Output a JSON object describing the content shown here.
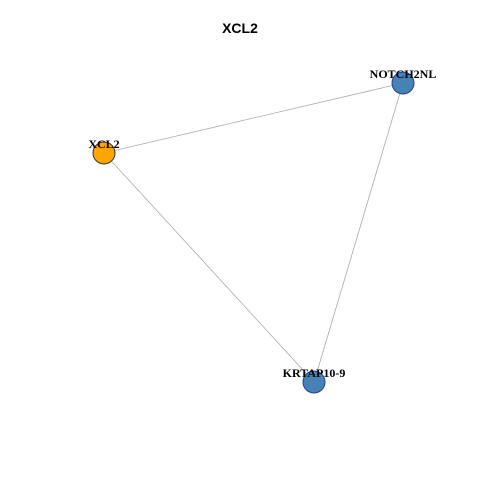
{
  "title": "XCL2",
  "colors": {
    "query_node": "#FFA500",
    "partner_node": "#4682B4",
    "edge": "#AAAAAA",
    "node_border": "#1F3F99"
  },
  "nodes": [
    {
      "id": "XCL2",
      "label": "XCL2",
      "role": "query"
    },
    {
      "id": "NOTCH2NL",
      "label": "NOTCH2NL",
      "role": "partner"
    },
    {
      "id": "KRTAP10-9",
      "label": "KRTAP10-9",
      "role": "partner"
    }
  ],
  "edges": [
    {
      "source": "XCL2",
      "target": "NOTCH2NL"
    },
    {
      "source": "XCL2",
      "target": "KRTAP10-9"
    },
    {
      "source": "NOTCH2NL",
      "target": "KRTAP10-9"
    }
  ]
}
